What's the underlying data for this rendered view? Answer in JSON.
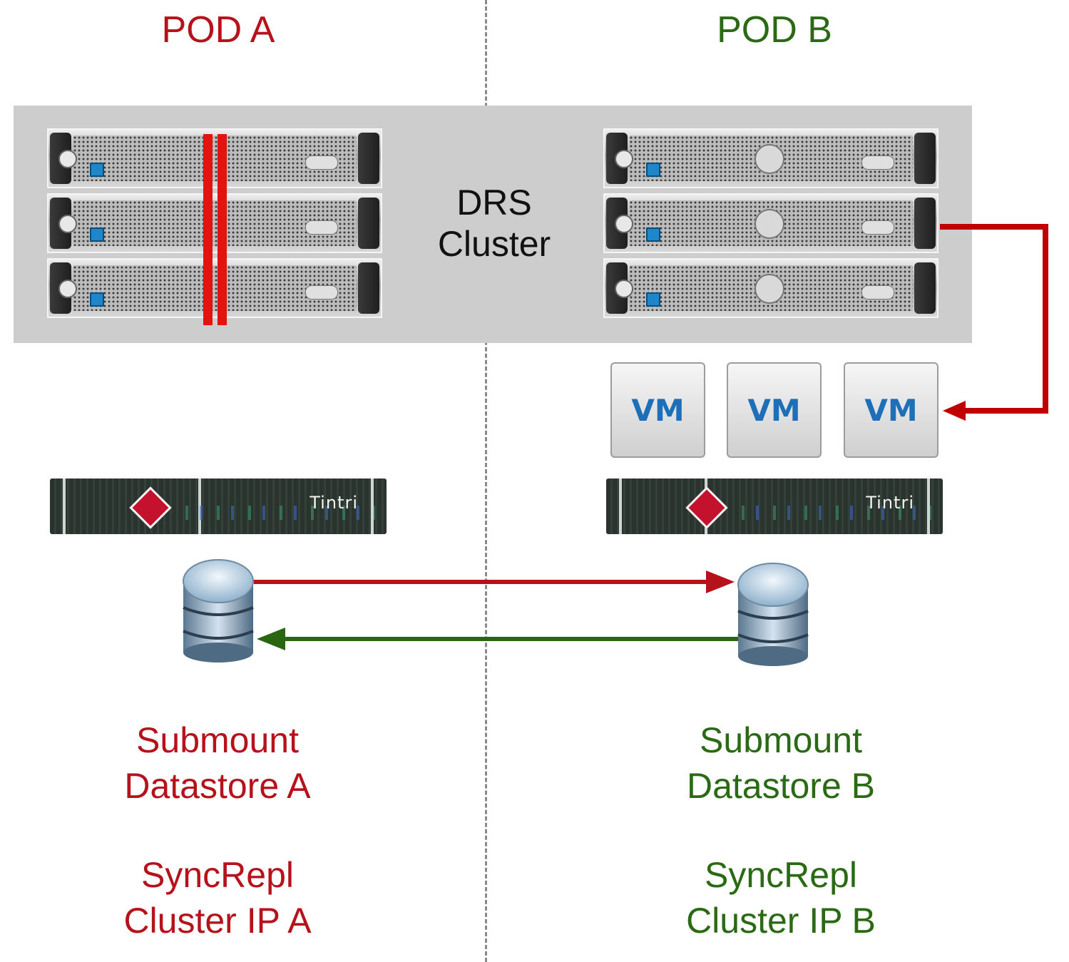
{
  "pods": {
    "a": {
      "label": "POD A"
    },
    "b": {
      "label": "POD B"
    }
  },
  "cluster": {
    "label_line1": "DRS",
    "label_line2": "Cluster"
  },
  "vms": [
    "VM",
    "VM",
    "VM"
  ],
  "storage": {
    "brand_a": "Tintri",
    "brand_b": "Tintri"
  },
  "datastores": {
    "a": {
      "line1": "Submount",
      "line2": "Datastore A"
    },
    "b": {
      "line1": "Submount",
      "line2": "Datastore B"
    }
  },
  "syncrepl": {
    "a": {
      "line1": "SyncRepl",
      "line2": "Cluster IP A"
    },
    "b": {
      "line1": "SyncRepl",
      "line2": "Cluster IP B"
    }
  },
  "colors": {
    "pod_a": "#b5121b",
    "pod_b": "#2b6a14",
    "arrow_red": "#c00000",
    "arrow_green": "#2a6612",
    "cluster_bg": "#cdcdcd"
  }
}
